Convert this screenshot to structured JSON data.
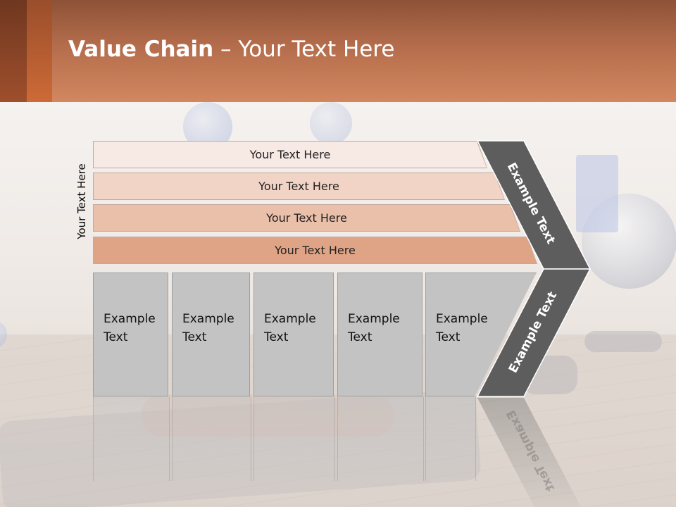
{
  "slide": {
    "title_bold": "Value Chain",
    "title_rest": " – Your Text Here",
    "vertical_label": "Your Text Here"
  },
  "bars": [
    {
      "label": "Your Text Here",
      "color": "#f7e9e3"
    },
    {
      "label": "Your Text Here",
      "color": "#f1d4c6"
    },
    {
      "label": "Your Text Here",
      "color": "#ebc0ab"
    },
    {
      "label": "Your Text Here",
      "color": "#dfa486"
    }
  ],
  "boxes": [
    {
      "line1": "Example",
      "line2": "Text"
    },
    {
      "line1": "Example",
      "line2": "Text"
    },
    {
      "line1": "Example",
      "line2": "Text"
    },
    {
      "line1": "Example",
      "line2": "Text"
    },
    {
      "line1": "Example",
      "line2": "Text"
    }
  ],
  "chevron": {
    "upper_text": "Example Text",
    "lower_text": "Example Text",
    "color": "#5d5d5d"
  },
  "colors": {
    "header_top": "#8d5237",
    "header_bottom": "#d2875f",
    "accent": "#cd6a37",
    "box_fill": "#c3c3c3"
  }
}
